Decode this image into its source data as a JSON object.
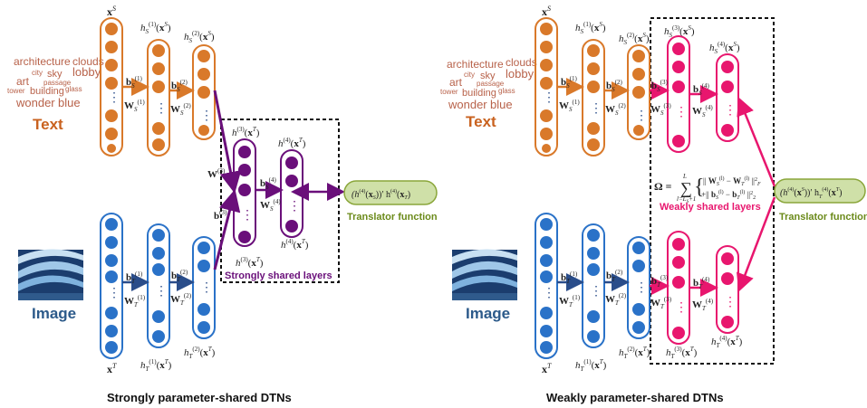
{
  "colors": {
    "text_modality": "#d9792a",
    "image_modality": "#2a72c8",
    "strong_shared": "#6a0f7a",
    "weak_shared": "#e8166e",
    "translator_fill": "#cfe0a8",
    "translator_label": "#6b8a1a",
    "wordcloud": "#b8624a"
  },
  "wordcloud": [
    "architecture",
    "clouds",
    "city",
    "sky",
    "lobby",
    "art",
    "passage",
    "tower",
    "building",
    "glass",
    "wonder",
    "blue"
  ],
  "labels": {
    "text_title": "Text",
    "image_title": "Image",
    "xs": "x",
    "xs_sup": "S",
    "xt": "x",
    "xt_sup": "T",
    "hs1": "h",
    "hs2": "h"
  },
  "left": {
    "caption": "Strongly parameter-shared DTNs",
    "shared_label": "Strongly shared layers",
    "translator_label": "Translator function"
  },
  "right": {
    "caption": "Weakly parameter-shared DTNs",
    "shared_label": "Weakly shared layers",
    "translator_label": "Translator function"
  }
}
